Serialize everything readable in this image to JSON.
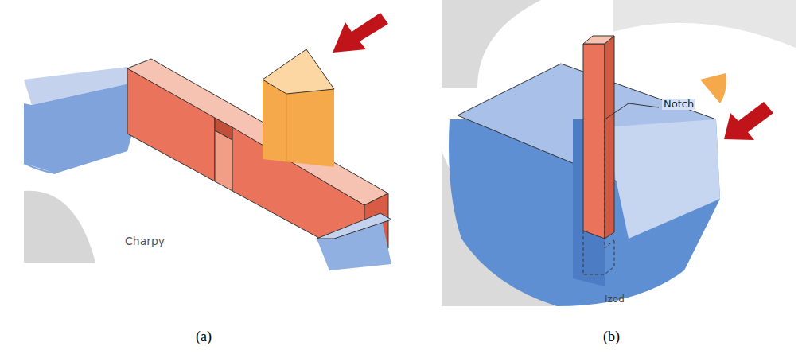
{
  "diagram": {
    "labels": [
      "Charpy",
      "Notch",
      "Izod",
      "(a)",
      "(b)"
    ]
  }
}
